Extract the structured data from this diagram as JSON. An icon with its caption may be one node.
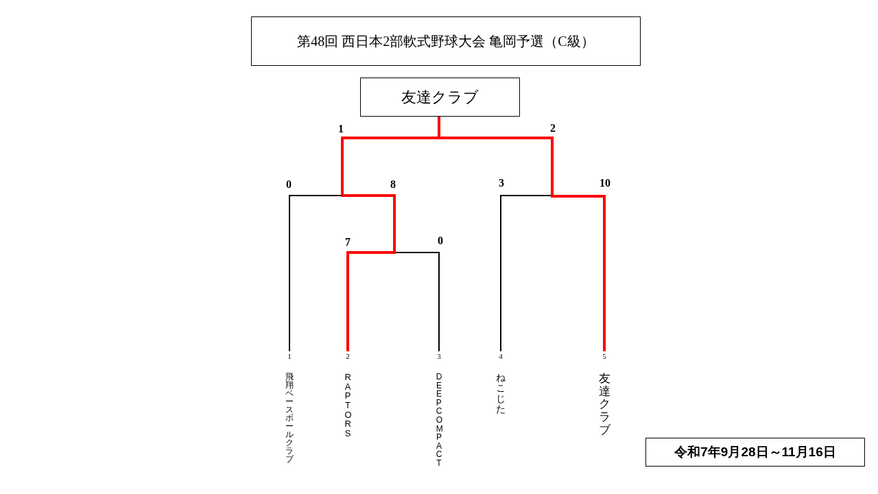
{
  "diagram": {
    "title": "第48回 西日本2部軟式野球大会 亀岡予選（C級）",
    "nodes": [
      {
        "text": [
          "友達クラブ"
        ]
      },
      {
        "text": [
          "1",
          "飛翔ベースボールクラブ"
        ]
      },
      {
        "text": [
          "2",
          "RAPTORS"
        ]
      },
      {
        "text": [
          "3",
          "DEEP COMPACT"
        ]
      },
      {
        "text": [
          "4",
          "ねこじた"
        ]
      },
      {
        "text": [
          "5",
          "友達クラブ"
        ]
      },
      {
        "text": [
          "令和7年9月28日～11月16日"
        ]
      }
    ],
    "edges": [
      {
        "from": 1,
        "to": 0,
        "arrow": "none"
      },
      {
        "from": 3,
        "to": 0,
        "arrow": "none"
      },
      {
        "from": 4,
        "to": 0,
        "arrow": "none"
      },
      {
        "from": 2,
        "to": 0,
        "arrow": "none",
        "style": "thick",
        "color": "#ff0000"
      },
      {
        "from": 5,
        "to": 0,
        "arrow": "none",
        "style": "thick",
        "color": "#ff0000"
      }
    ],
    "labels": [
      "1",
      "2",
      "0",
      "8",
      "3",
      "10",
      "7",
      "0"
    ]
  }
}
